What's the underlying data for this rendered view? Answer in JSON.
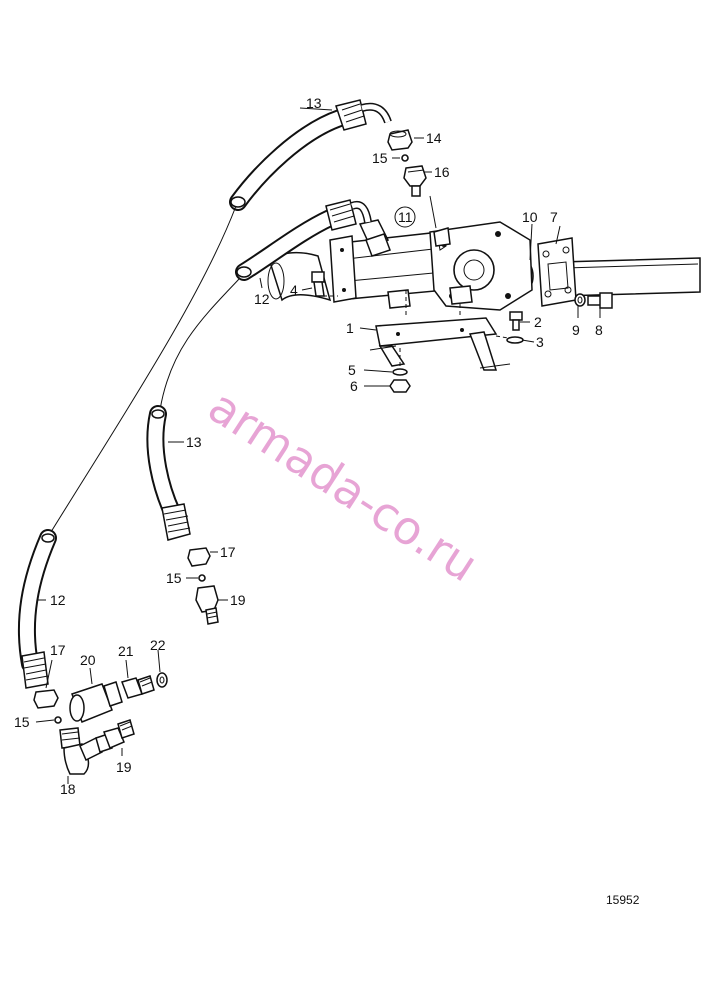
{
  "diagram": {
    "reference_number": "15952",
    "watermark": "armada-co.ru",
    "callouts": {
      "c1": "1",
      "c2": "2",
      "c3": "3",
      "c4": "4",
      "c5": "5",
      "c6": "6",
      "c7": "7",
      "c8": "8",
      "c9": "9",
      "c10": "10",
      "c11": "11",
      "c12a": "12",
      "c12b": "12",
      "c13a": "13",
      "c13b": "13",
      "c14": "14",
      "c15a": "15",
      "c15b": "15",
      "c15c": "15",
      "c16": "16",
      "c17a": "17",
      "c17b": "17",
      "c18": "18",
      "c19a": "19",
      "c19b": "19",
      "c20": "20",
      "c21": "21",
      "c22": "22"
    }
  }
}
